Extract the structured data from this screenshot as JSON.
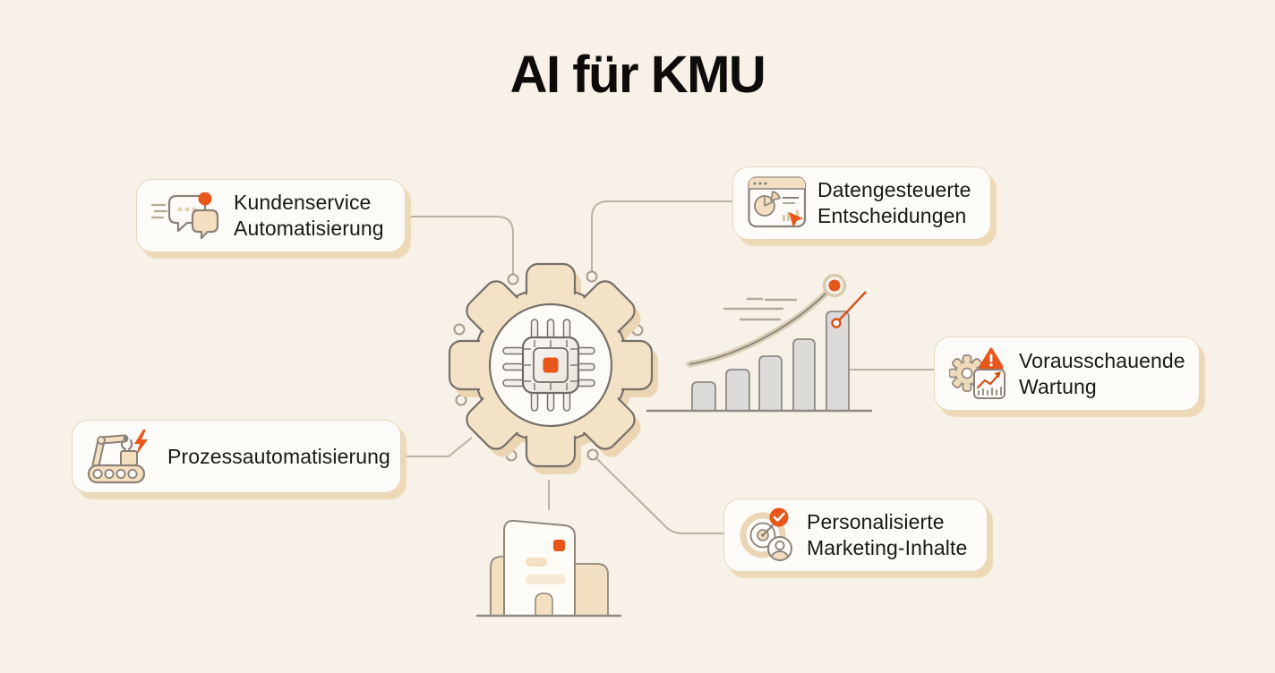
{
  "title": "AI für KMU",
  "colors": {
    "background": "#f7f1e8",
    "accent_orange": "#e8561a",
    "card_background": "#fdfbf7",
    "card_border": "#e7d7bd",
    "card_shadow": "#eed9b7",
    "outline_gray": "#8a8178",
    "connector_line": "#bcb2a2",
    "gear_fill": "#f4e2c6",
    "chart_bar_gray": "#dcdbd9",
    "text_dark": "#1b1915"
  },
  "center": {
    "illustration": "gear-with-ai-chip"
  },
  "cards": [
    {
      "line1": "Kundenservice",
      "line2": "Automatisierung",
      "icon": "chat-bubbles-icon"
    },
    {
      "line1": "Datengesteuerte",
      "line2": "Entscheidungen",
      "icon": "analytics-dashboard-icon"
    },
    {
      "line1": "Vorausschauende",
      "line2": "Wartung",
      "icon": "gear-warning-icon"
    },
    {
      "line1": "Personalisierte",
      "line2": "Marketing-Inhalte",
      "icon": "target-audience-icon"
    },
    {
      "line1": "Prozessautomatisierung",
      "line2": "",
      "icon": "robot-arm-icon"
    }
  ],
  "illustrations": {
    "growth_chart": "rising-bar-chart-with-trend-arrow",
    "building": "office-building"
  }
}
